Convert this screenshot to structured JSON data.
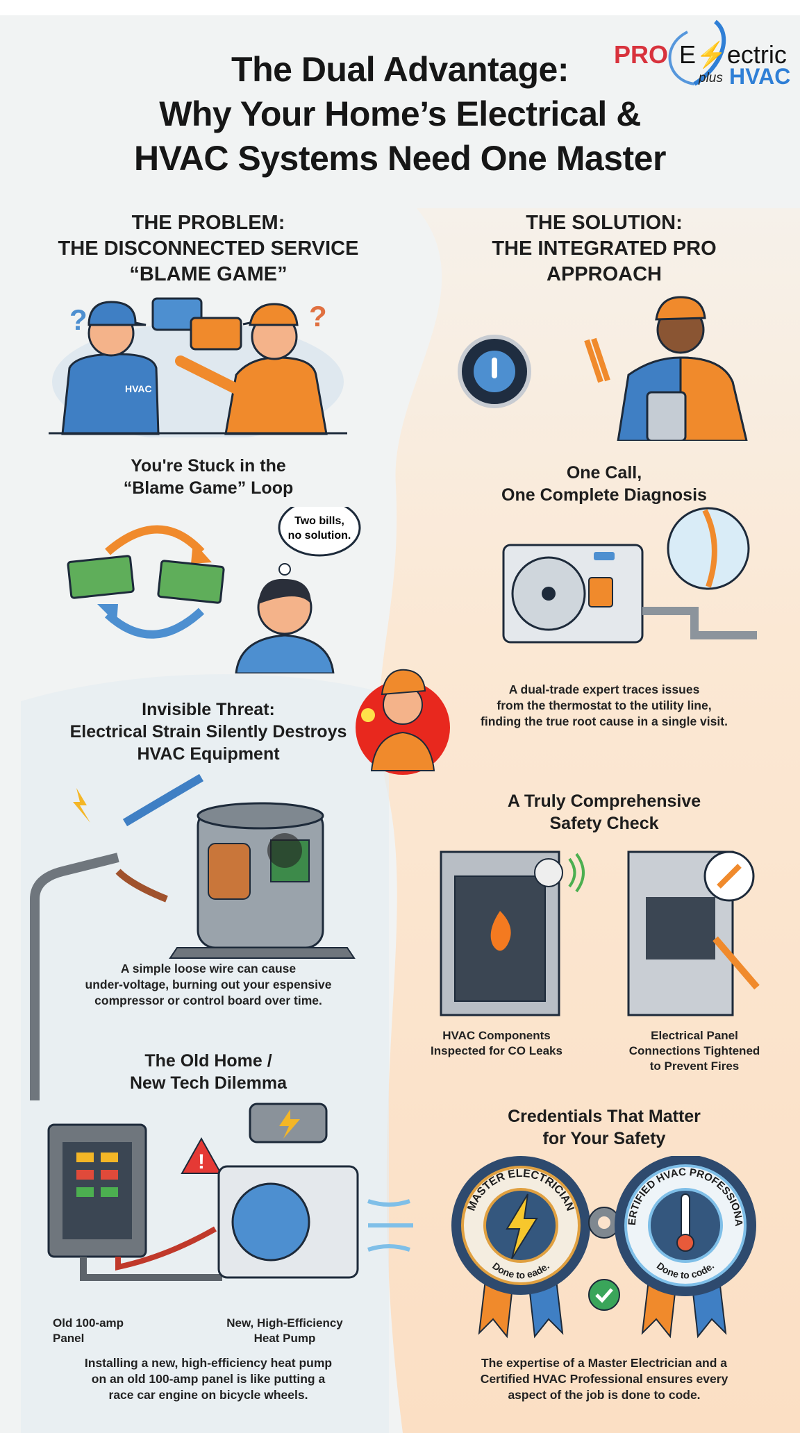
{
  "logo": {
    "pro": "PRO",
    "electric": "E⚡ectric",
    "plus": "plus",
    "hvac": "HVAC"
  },
  "title": [
    "The Dual Advantage:",
    "Why Your Home’s Electrical &",
    "HVAC Systems Need One Master"
  ],
  "problem": {
    "heading": [
      "THE PROBLEM:",
      "THE DISCONNECTED SERVICE",
      "“BLAME GAME”"
    ],
    "shirt_label": "HVAC",
    "sub_heading": [
      "You're Stuck in the",
      "“Blame Game” Loop"
    ],
    "thought": [
      "Two bills,",
      "no solution."
    ]
  },
  "solution": {
    "heading": [
      "THE SOLUTION:",
      "THE INTEGRATED PRO",
      "APPROACH"
    ],
    "sub_heading": [
      "One Call,",
      "One Complete Diagnosis"
    ],
    "caption": [
      "A dual-trade expert traces issues",
      "from the thermostat to the utility line,",
      "finding the true root cause in a single visit."
    ]
  },
  "threat": {
    "heading": [
      "Invisible Threat:",
      "Electrical Strain Silently Destroys",
      "HVAC Equipment"
    ],
    "caption": [
      "A simple loose wire can cause",
      "under-voltage, burning out your espensive",
      "compressor or control board over time."
    ]
  },
  "safety": {
    "heading": [
      "A Truly Comprehensive",
      "Safety Check"
    ],
    "labels": [
      [
        "HVAC Components",
        "Inspected for CO Leaks"
      ],
      [
        "Electrical Panel",
        "Connections Tightened",
        "to Prevent Fires"
      ]
    ]
  },
  "old_home": {
    "heading": [
      "The Old Home /",
      "New Tech Dilemma"
    ],
    "labels": [
      [
        "Old 100-amp",
        "Panel"
      ],
      [
        "New, High-Efficiency",
        "Heat Pump"
      ]
    ],
    "caption": [
      "Installing a new, high-efficiency heat pump",
      "on an old 100-amp panel is like putting a",
      "race car engine on bicycle wheels."
    ]
  },
  "credentials": {
    "heading": [
      "Credentials That Matter",
      "for Your Safety"
    ],
    "badges": [
      {
        "title": "MASTER ELECTRICIAN",
        "motto": "Done to eade."
      },
      {
        "title": "CERTIFIED HVAC PROFESSIONAL",
        "motto": "Done to code."
      }
    ],
    "caption": [
      "The expertise of a Master Electrician and a",
      "Certified HVAC Professional ensures every",
      "aspect of the job is done to code."
    ]
  },
  "colors": {
    "brand_red": "#d8323c",
    "brand_blue": "#2f7fd6",
    "orange": "#f08a2c",
    "blue": "#3f7fc4",
    "peach_bg": "#fbe3cc",
    "left_bg": "#eef2f4"
  }
}
